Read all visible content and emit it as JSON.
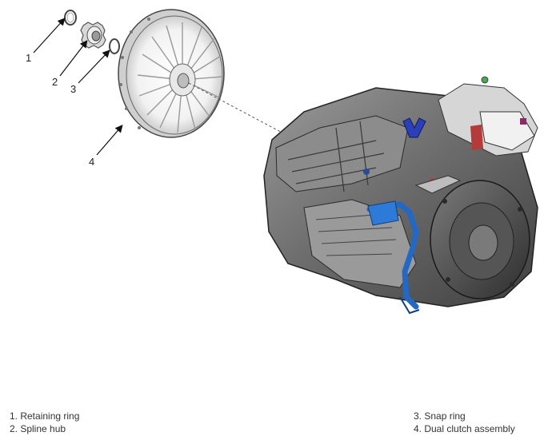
{
  "callouts": {
    "c1": "1",
    "c2": "2",
    "c3": "3",
    "c4": "4"
  },
  "legend": {
    "left": [
      "1. Retaining ring",
      "2. Spline hub"
    ],
    "right": [
      "3. Snap ring",
      "4. Dual clutch assembly"
    ]
  }
}
